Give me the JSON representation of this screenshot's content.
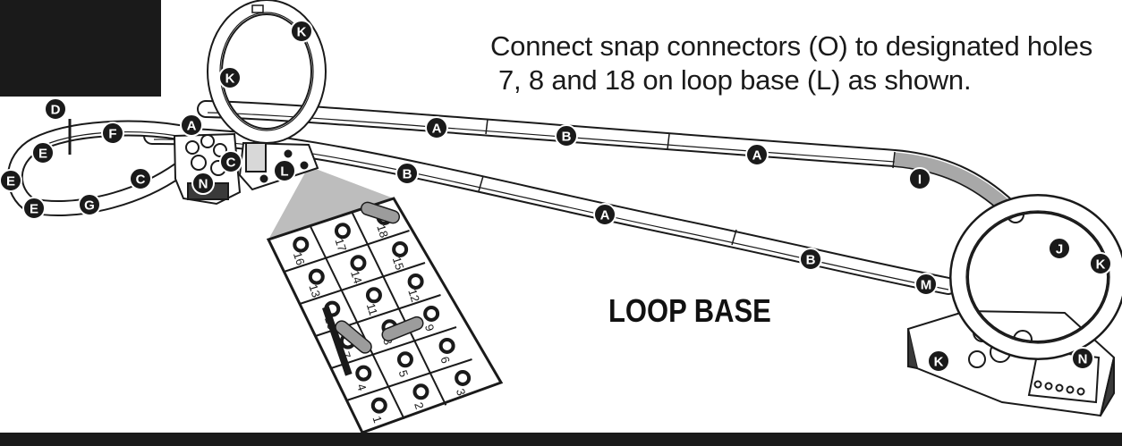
{
  "instructions": {
    "line1": "Connect snap connectors (O) to designated holes",
    "line2": "7, 8 and 18 on loop base (L) as shown."
  },
  "loop_base_label": "LOOP BASE",
  "part_badges": [
    "A",
    "A",
    "A",
    "A",
    "B",
    "B",
    "B",
    "B",
    "C",
    "C",
    "D",
    "E",
    "E",
    "E",
    "E",
    "F",
    "G",
    "I",
    "J",
    "K",
    "K",
    "K",
    "K",
    "K",
    "L",
    "M",
    "N",
    "N"
  ],
  "hole_numbers": [
    "1",
    "2",
    "3",
    "4",
    "5",
    "6",
    "7",
    "8",
    "9",
    "10",
    "11",
    "12",
    "13",
    "14",
    "15",
    "16",
    "17",
    "18"
  ],
  "highlighted_holes": [
    "7",
    "8",
    "18"
  ],
  "colors": {
    "ink": "#1a1a1a",
    "track_highlight": "#a8a8a8",
    "callout_fill": "#bdbdbd",
    "connector_fill": "#9c9c9c"
  }
}
